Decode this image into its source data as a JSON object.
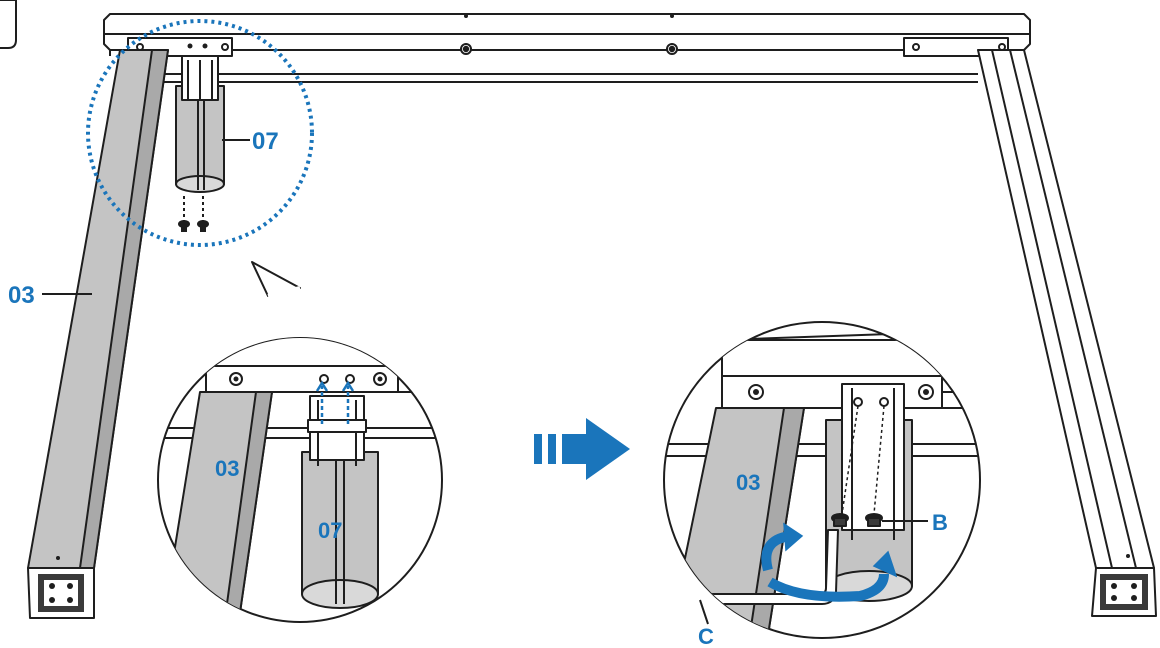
{
  "labels": {
    "part_leg": "03",
    "part_motor": "07",
    "screw": "B",
    "hex_key": "C"
  },
  "colors": {
    "accent": "#1a75bb",
    "leg_fill": "#c4c4c4",
    "leg_dark": "#a9a9a9",
    "line": "#1e1e1e"
  },
  "icons": {
    "step_arrow": "triple-bar-arrow-right-icon",
    "rotate": "rotate-arrows-icon"
  }
}
